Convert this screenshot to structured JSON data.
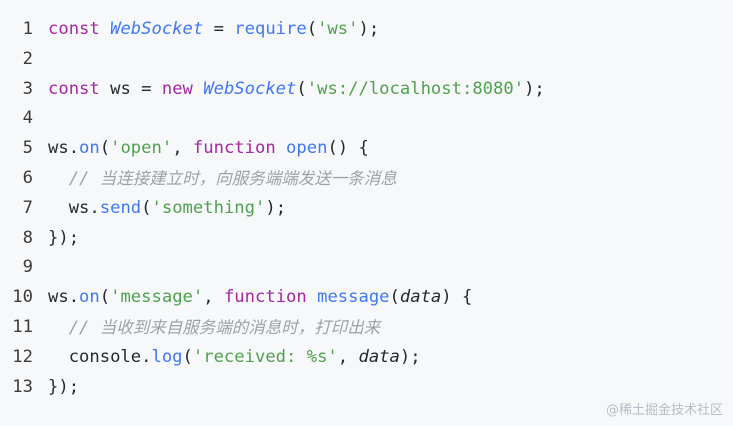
{
  "code": {
    "lines": [
      {
        "n": "1",
        "segments": [
          {
            "t": "const ",
            "c": "kw"
          },
          {
            "t": "WebSocket",
            "c": "cls"
          },
          {
            "t": " = ",
            "c": "code"
          },
          {
            "t": "require",
            "c": "fn"
          },
          {
            "t": "(",
            "c": "code"
          },
          {
            "t": "'ws'",
            "c": "str"
          },
          {
            "t": ");",
            "c": "code"
          }
        ]
      },
      {
        "n": "2",
        "segments": []
      },
      {
        "n": "3",
        "segments": [
          {
            "t": "const ",
            "c": "kw"
          },
          {
            "t": "ws = ",
            "c": "code"
          },
          {
            "t": "new ",
            "c": "kw"
          },
          {
            "t": "WebSocket",
            "c": "cls"
          },
          {
            "t": "(",
            "c": "code"
          },
          {
            "t": "'ws://localhost:8080'",
            "c": "str"
          },
          {
            "t": ");",
            "c": "code"
          }
        ]
      },
      {
        "n": "4",
        "segments": []
      },
      {
        "n": "5",
        "segments": [
          {
            "t": "ws.",
            "c": "code"
          },
          {
            "t": "on",
            "c": "fn"
          },
          {
            "t": "(",
            "c": "code"
          },
          {
            "t": "'open'",
            "c": "str"
          },
          {
            "t": ", ",
            "c": "code"
          },
          {
            "t": "function ",
            "c": "kw"
          },
          {
            "t": "open",
            "c": "fn"
          },
          {
            "t": "() {",
            "c": "code"
          }
        ]
      },
      {
        "n": "6",
        "segments": [
          {
            "t": "  // ",
            "c": "cmt-slash"
          },
          {
            "t": "当连接建立时，向服务端端发送一条消息",
            "c": "cmt"
          }
        ]
      },
      {
        "n": "7",
        "segments": [
          {
            "t": "  ws.",
            "c": "code"
          },
          {
            "t": "send",
            "c": "fn"
          },
          {
            "t": "(",
            "c": "code"
          },
          {
            "t": "'something'",
            "c": "str"
          },
          {
            "t": ");",
            "c": "code"
          }
        ]
      },
      {
        "n": "8",
        "segments": [
          {
            "t": "});",
            "c": "code"
          }
        ]
      },
      {
        "n": "9",
        "segments": []
      },
      {
        "n": "10",
        "segments": [
          {
            "t": "ws.",
            "c": "code"
          },
          {
            "t": "on",
            "c": "fn"
          },
          {
            "t": "(",
            "c": "code"
          },
          {
            "t": "'message'",
            "c": "str"
          },
          {
            "t": ", ",
            "c": "code"
          },
          {
            "t": "function ",
            "c": "kw"
          },
          {
            "t": "message",
            "c": "fn"
          },
          {
            "t": "(",
            "c": "code"
          },
          {
            "t": "data",
            "c": "var"
          },
          {
            "t": ") {",
            "c": "code"
          }
        ]
      },
      {
        "n": "11",
        "segments": [
          {
            "t": "  // ",
            "c": "cmt-slash"
          },
          {
            "t": "当收到来自服务端的消息时，打印出来",
            "c": "cmt"
          }
        ]
      },
      {
        "n": "12",
        "segments": [
          {
            "t": "  console.",
            "c": "code"
          },
          {
            "t": "log",
            "c": "fn"
          },
          {
            "t": "(",
            "c": "code"
          },
          {
            "t": "'received: %s'",
            "c": "str"
          },
          {
            "t": ", ",
            "c": "code"
          },
          {
            "t": "data",
            "c": "var"
          },
          {
            "t": ");",
            "c": "code"
          }
        ]
      },
      {
        "n": "13",
        "segments": [
          {
            "t": "});",
            "c": "code"
          }
        ]
      }
    ]
  },
  "watermark": {
    "text": "@稀土掘金技术社区"
  },
  "colors": {
    "background": "#f6f8fa",
    "keyword": "#a626a4",
    "function": "#4078f2",
    "string": "#50a14f",
    "comment": "#a0a1a7",
    "line_number": "#3b3b3b"
  }
}
